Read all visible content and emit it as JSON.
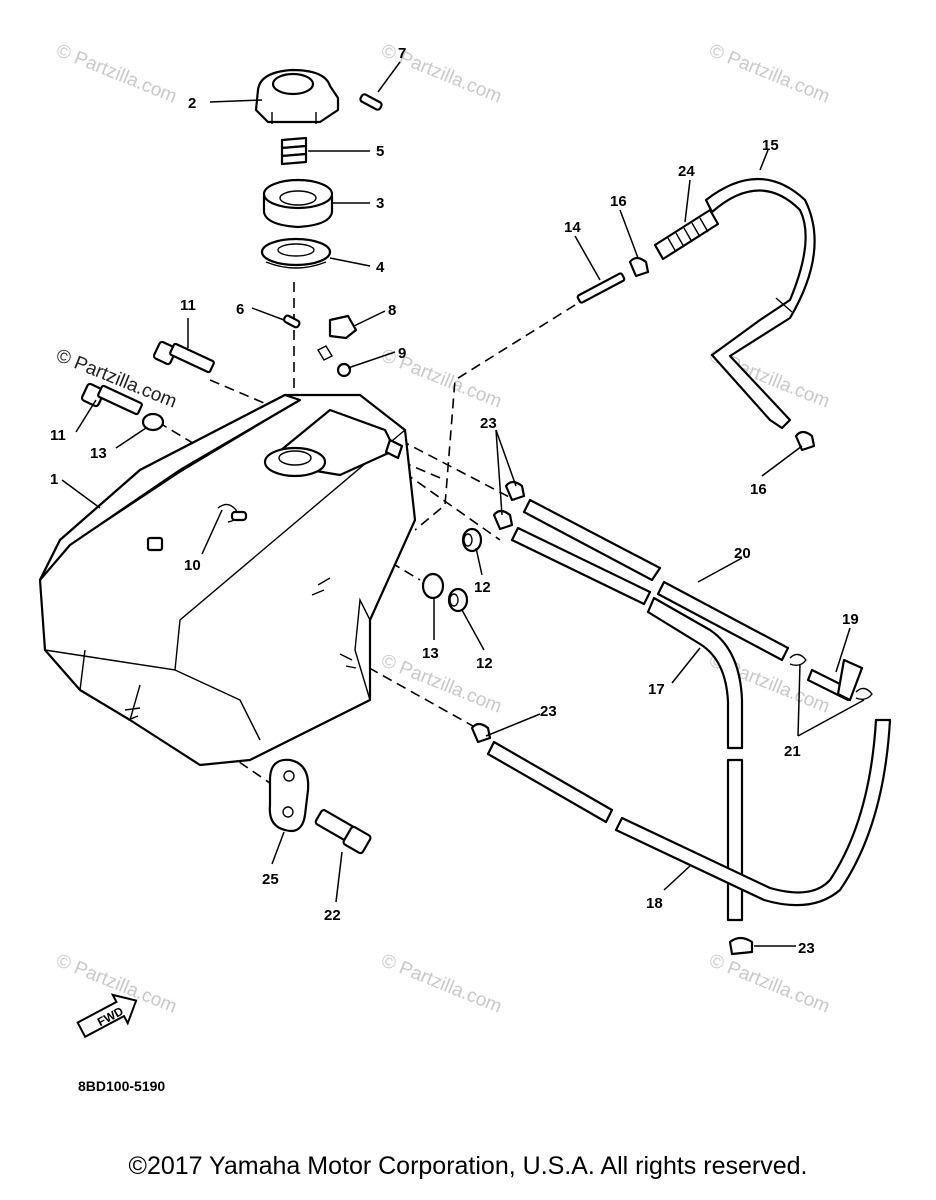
{
  "watermark": "© Partzilla.com",
  "callouts": {
    "c1": "1",
    "c2": "2",
    "c3": "3",
    "c4": "4",
    "c5": "5",
    "c6": "6",
    "c7": "7",
    "c8": "8",
    "c9": "9",
    "c10": "10",
    "c11a": "11",
    "c11b": "11",
    "c12a": "12",
    "c12b": "12",
    "c13a": "13",
    "c13b": "13",
    "c14": "14",
    "c15": "15",
    "c16a": "16",
    "c16b": "16",
    "c17": "17",
    "c18": "18",
    "c19": "19",
    "c20": "20",
    "c21": "21",
    "c22": "22",
    "c23a": "23",
    "c23b": "23",
    "c23c": "23",
    "c24": "24",
    "c25": "25"
  },
  "fwd_label": "FWD",
  "drawing_code": "8BD100-5190",
  "footer": "©2017 Yamaha Motor Corporation, U.S.A. All rights reserved."
}
